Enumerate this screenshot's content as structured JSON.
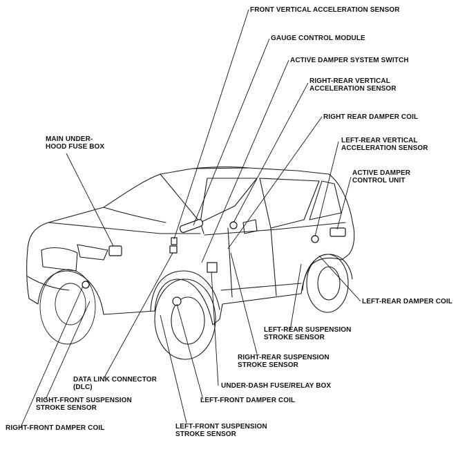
{
  "labels": {
    "front_vertical_acceleration_sensor": [
      "FRONT VERTICAL ACCELERATION SENSOR"
    ],
    "gauge_control_module": [
      "GAUGE CONTROL MODULE"
    ],
    "active_damper_system_switch": [
      "ACTIVE DAMPER SYSTEM SWITCH"
    ],
    "right_rear_vertical_acceleration_sensor": [
      "RIGHT-REAR VERTICAL",
      "ACCELERATION SENSOR"
    ],
    "right_rear_damper_coil": [
      "RIGHT REAR DAMPER COIL"
    ],
    "left_rear_vertical_acceleration_sensor": [
      "LEFT-REAR VERTICAL",
      "ACCELERATION SENSOR"
    ],
    "active_damper_control_unit": [
      "ACTIVE DAMPER",
      "CONTROL UNIT"
    ],
    "main_under_hood_fuse_box": [
      "MAIN UNDER-",
      "HOOD FUSE BOX"
    ],
    "left_rear_damper_coil": [
      "LEFT-REAR DAMPER COIL"
    ],
    "left_rear_suspension_stroke_sensor": [
      "LEFT-REAR SUSPENSION",
      "STROKE SENSOR"
    ],
    "right_rear_suspension_stroke_sensor": [
      "RIGHT-REAR SUSPENSION",
      "STROKE SENSOR"
    ],
    "data_link_connector": [
      "DATA LINK CONNECTOR",
      "(DLC)"
    ],
    "under_dash_fuse_relay_box": [
      "UNDER-DASH FUSE/RELAY BOX"
    ],
    "right_front_suspension_stroke_sensor": [
      "RIGHT-FRONT SUSPENSION",
      "STROKE SENSOR"
    ],
    "left_front_damper_coil": [
      "LEFT-FRONT DAMPER COIL"
    ],
    "right_front_damper_coil": [
      "RIGHT-FRONT DAMPER COIL"
    ],
    "left_front_suspension_stroke_sensor": [
      "LEFT-FRONT SUSPENSION",
      "STROKE SENSOR"
    ]
  }
}
